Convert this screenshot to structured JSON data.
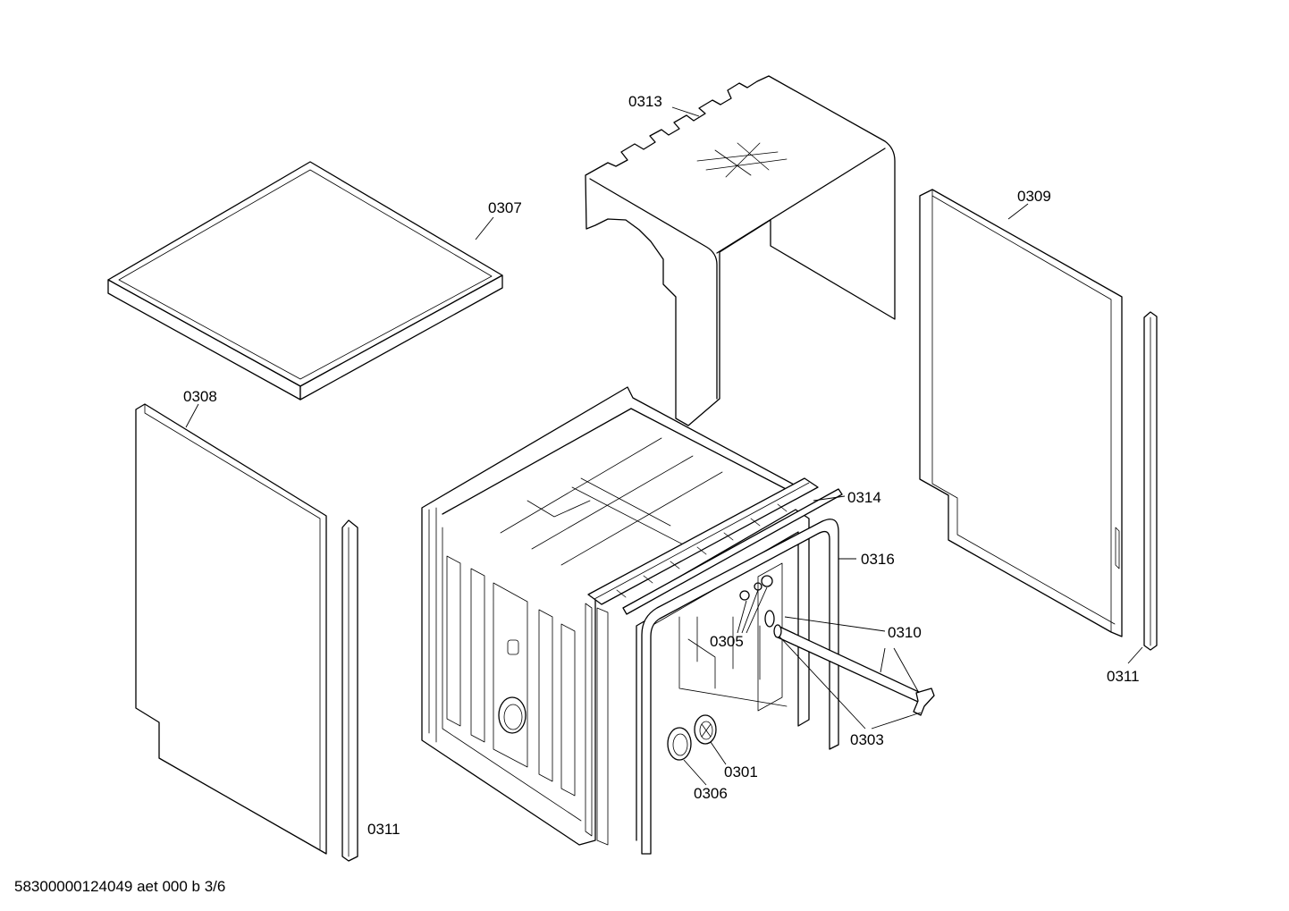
{
  "labels": {
    "p0313": "0313",
    "p0307": "0307",
    "p0309": "0309",
    "p0308": "0308",
    "p0314": "0314",
    "p0316": "0316",
    "p0310": "0310",
    "p0305": "0305",
    "p0311_right": "0311",
    "p0303": "0303",
    "p0301": "0301",
    "p0306": "0306",
    "p0311_left": "0311"
  },
  "footer": "58300000124049 aet 000 b 3/6"
}
